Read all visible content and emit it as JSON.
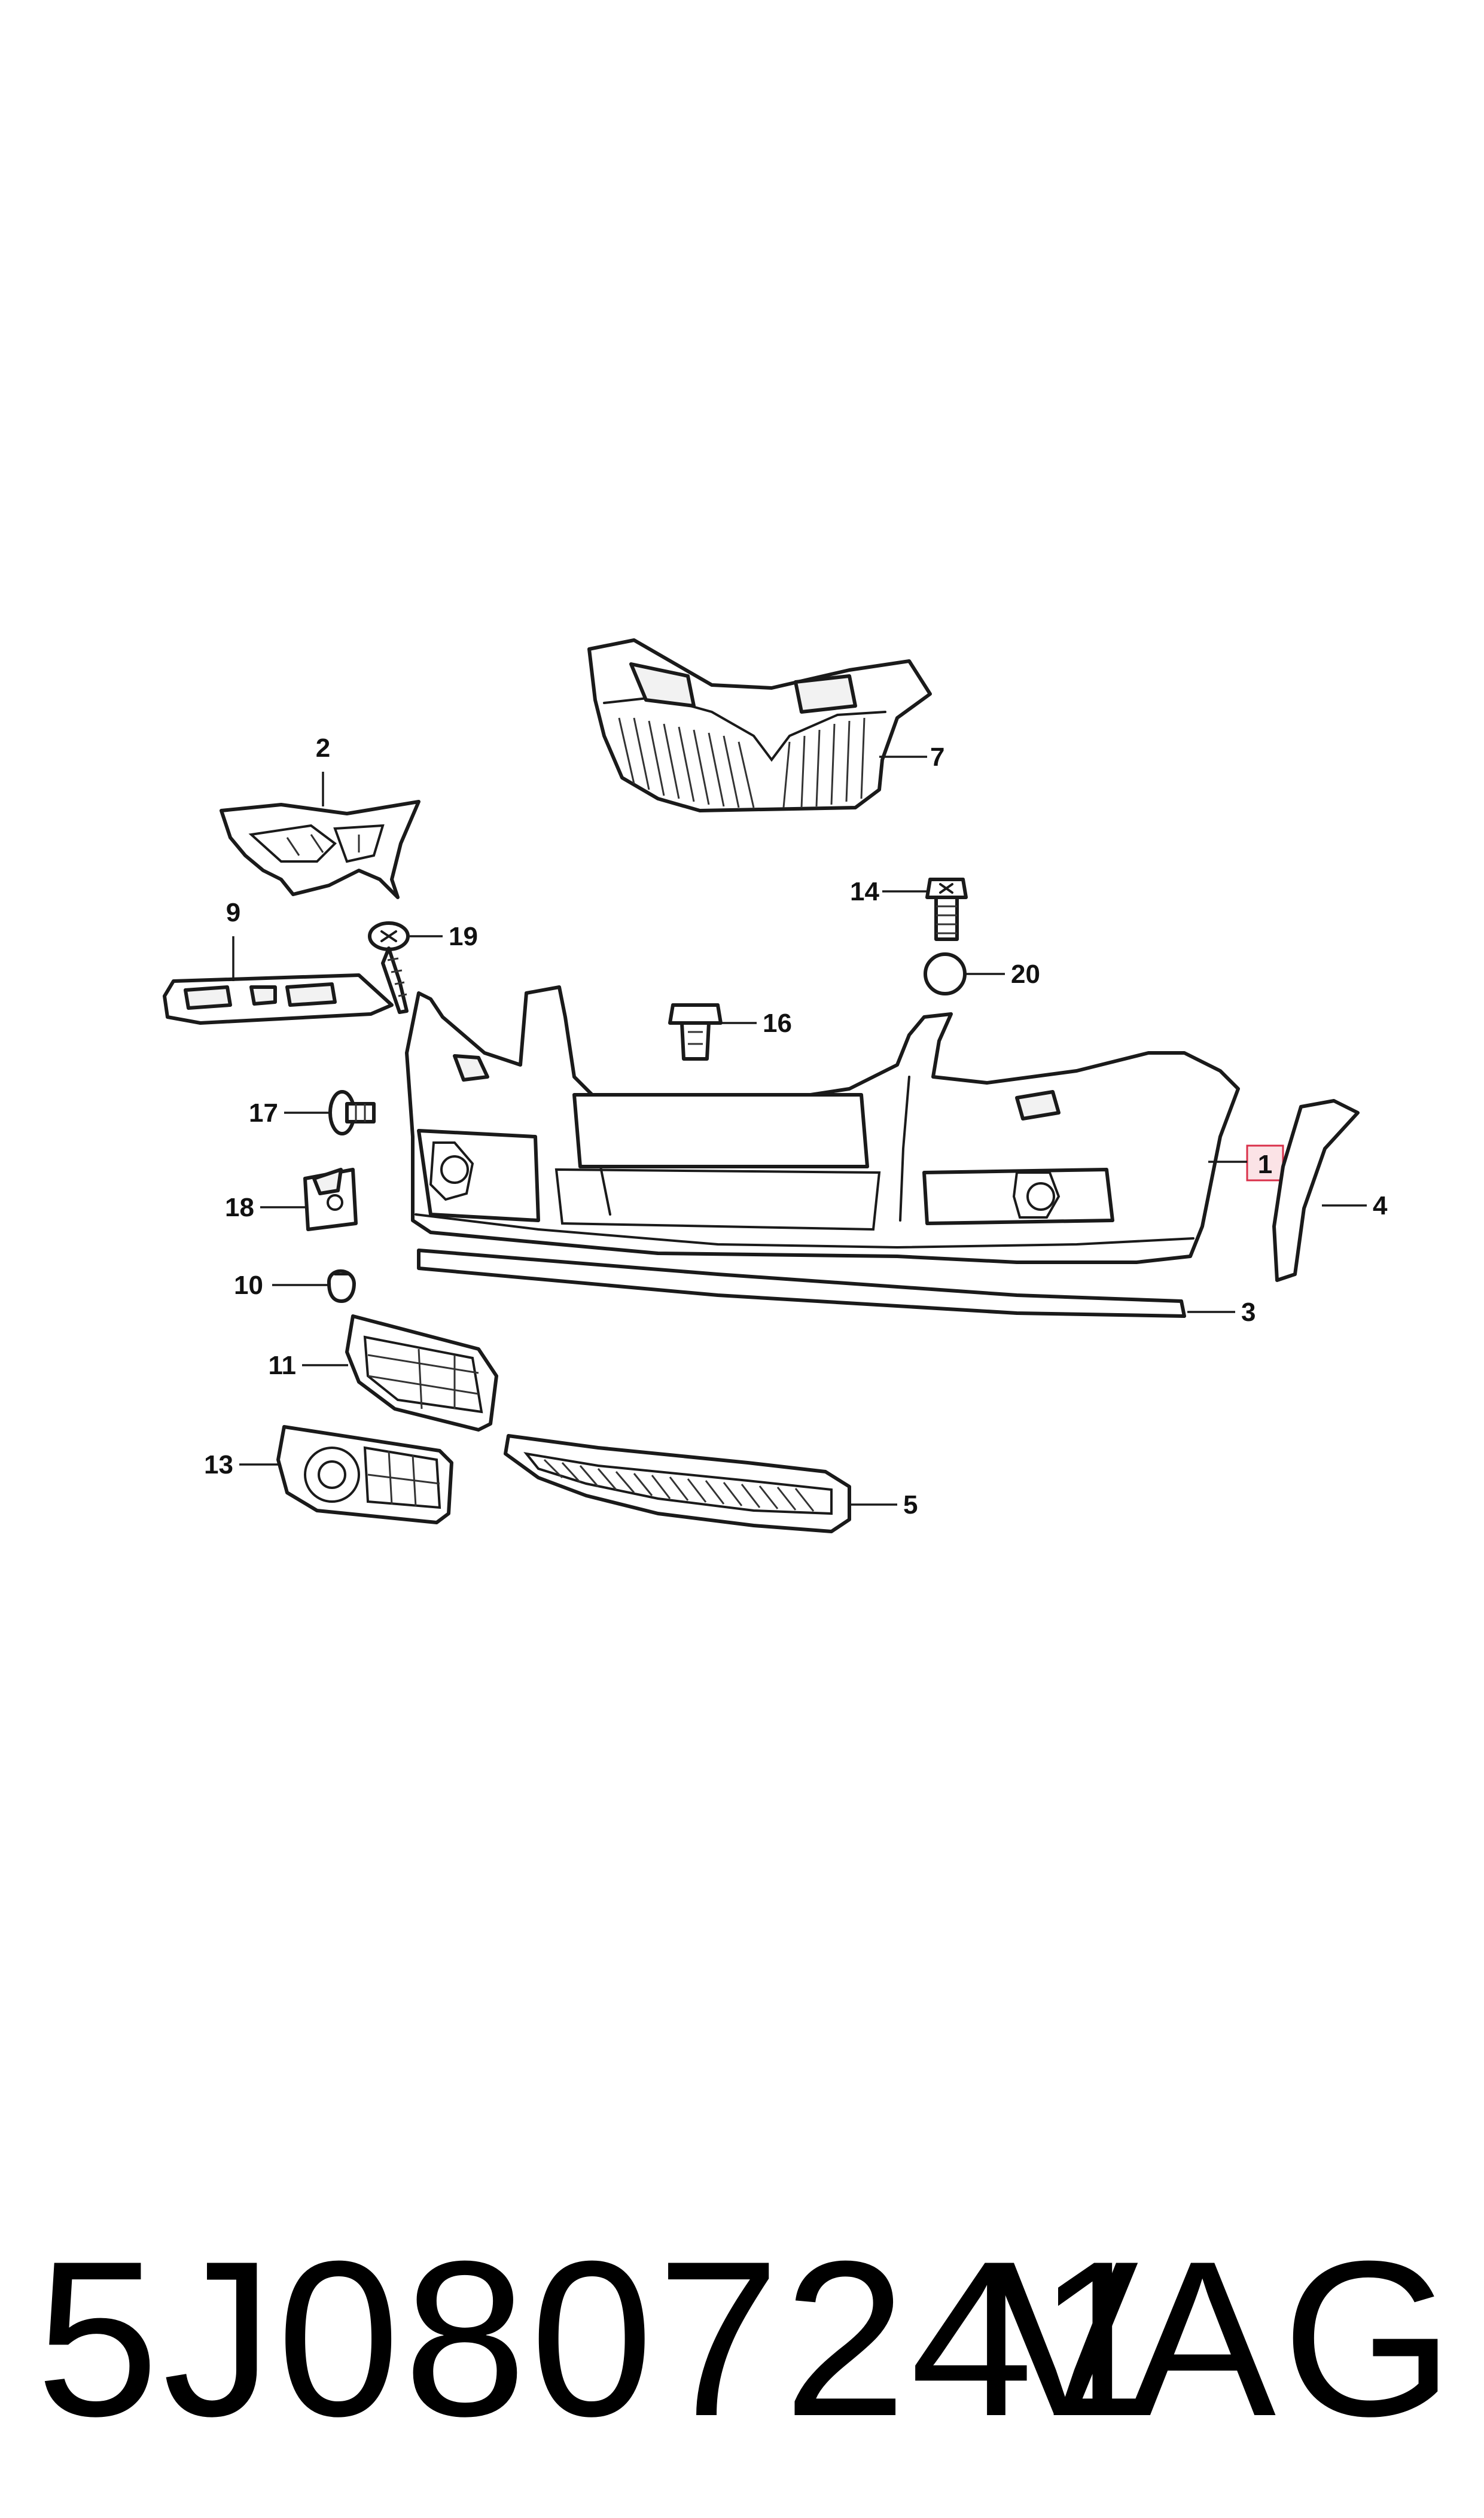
{
  "diagram": {
    "callouts": {
      "c1": "1",
      "c2": "2",
      "c3": "3",
      "c4": "4",
      "c5": "5",
      "c7": "7",
      "c9": "9",
      "c10": "10",
      "c11": "11",
      "c13": "13",
      "c14": "14",
      "c16": "16",
      "c17": "17",
      "c18": "18",
      "c19": "19",
      "c20": "20"
    },
    "highlighted_callout": "1",
    "highlight_color": "#d9304a"
  },
  "footer": {
    "part_number": "5J0807241",
    "brand": "VAG"
  }
}
